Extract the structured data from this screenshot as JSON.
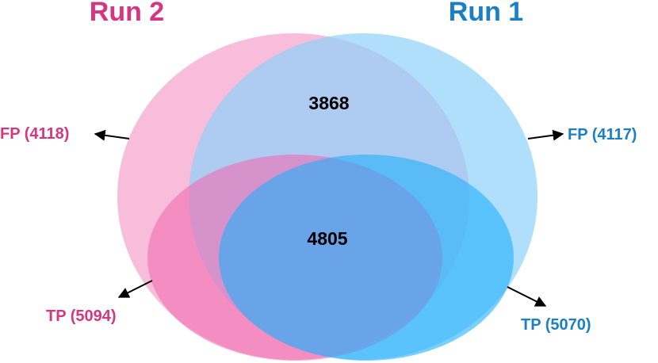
{
  "diagram": {
    "type": "venn",
    "titles": {
      "run2": "Run 2",
      "run1": "Run 1"
    },
    "labels": {
      "fp_run2": "FP (4118)",
      "fp_run1": "FP (4117)",
      "tp_run2": "TP (5094)",
      "tp_run1": "TP (5070)"
    },
    "counts": {
      "fp_overlap": "3868",
      "tp_overlap": "4805"
    },
    "colors": {
      "run2_text": "#d6357f",
      "run1_text": "#1a7fc4",
      "run2_fp_fill": "#f5a7cf",
      "run1_fp_fill": "#8fd2fb",
      "run2_tp_fill": "#f06cb0",
      "run1_tp_fill": "#22b0fb",
      "arrow": "#000000"
    }
  }
}
